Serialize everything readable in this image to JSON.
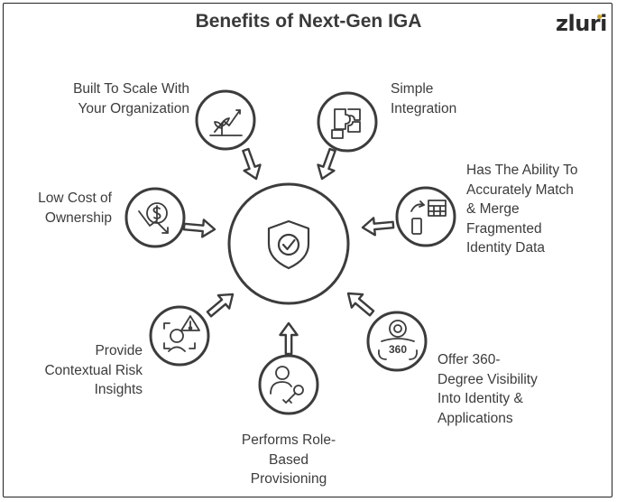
{
  "title": "Benefits of Next-Gen IGA",
  "logo_text": "zluri",
  "colors": {
    "stroke": "#3c3c3c",
    "logo_accent": "#c9a227",
    "background": "#ffffff"
  },
  "center": {
    "icon": "shield-check-icon"
  },
  "benefits": [
    {
      "icon": "growth-chart-plant-icon",
      "lines": [
        "Built To Scale With",
        "Your Organization"
      ]
    },
    {
      "icon": "puzzle-integration-icon",
      "lines": [
        "Simple",
        "Integration"
      ]
    },
    {
      "icon": "calendar-sync-device-icon",
      "lines": [
        "Has The Ability To",
        "Accurately Match",
        "& Merge",
        "Fragmented",
        "Identity Data"
      ]
    },
    {
      "icon": "360-view-icon",
      "lines": [
        "Offer 360-",
        "Degree Visibility",
        "Into Identity &",
        "Applications"
      ]
    },
    {
      "icon": "user-key-icon",
      "lines": [
        "Performs Role-",
        "Based",
        "Provisioning"
      ]
    },
    {
      "icon": "risk-warning-scan-icon",
      "lines": [
        "Provide",
        "Contextual Risk",
        "Insights"
      ]
    },
    {
      "icon": "cost-down-dollar-icon",
      "lines": [
        "Low Cost of",
        "Ownership"
      ]
    }
  ]
}
